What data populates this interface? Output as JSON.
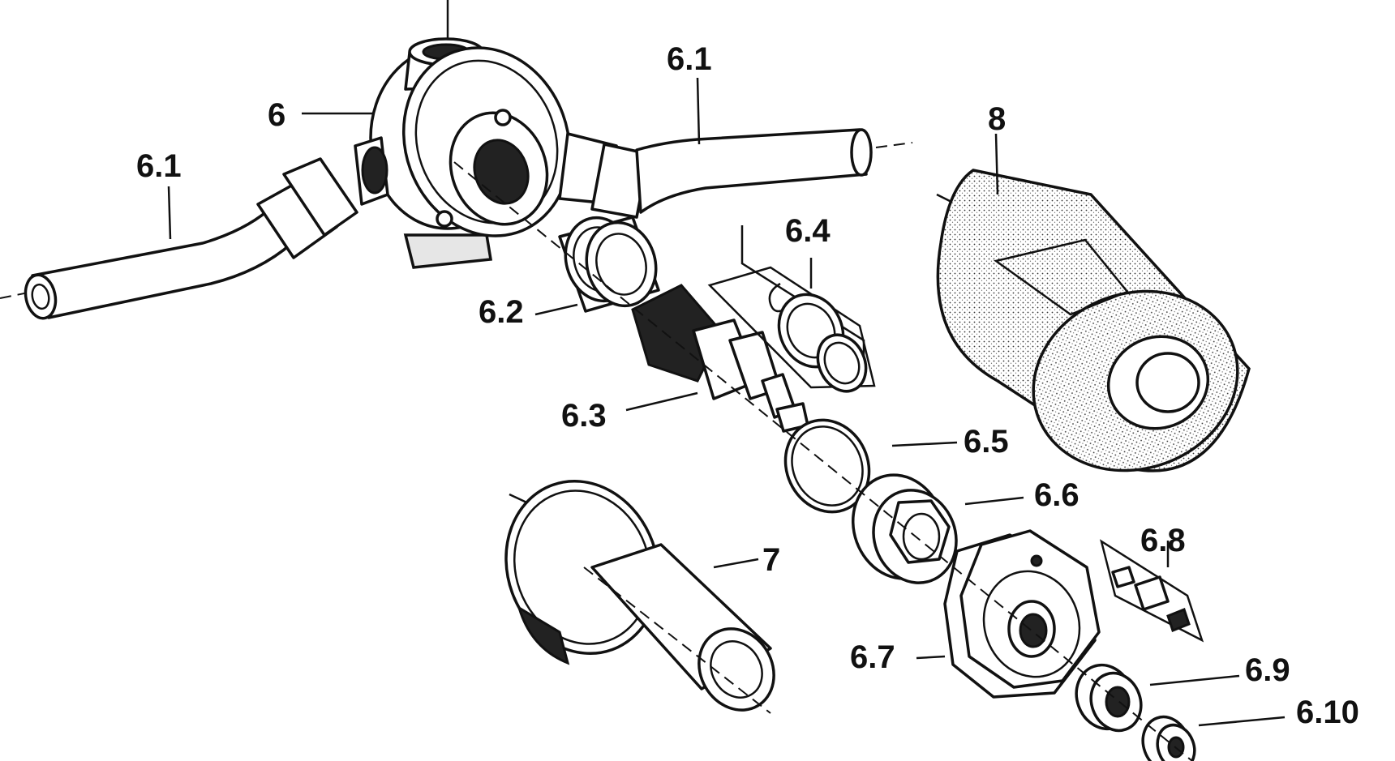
{
  "labels": {
    "l6": "6",
    "l61a": "6.1",
    "l61b": "6.1",
    "l62": "6.2",
    "l63": "6.3",
    "l64": "6.4",
    "l65": "6.5",
    "l66": "6.6",
    "l67": "6.7",
    "l68": "6.8",
    "l69": "6.9",
    "l610": "6.10",
    "l7": "7",
    "l8": "8"
  }
}
